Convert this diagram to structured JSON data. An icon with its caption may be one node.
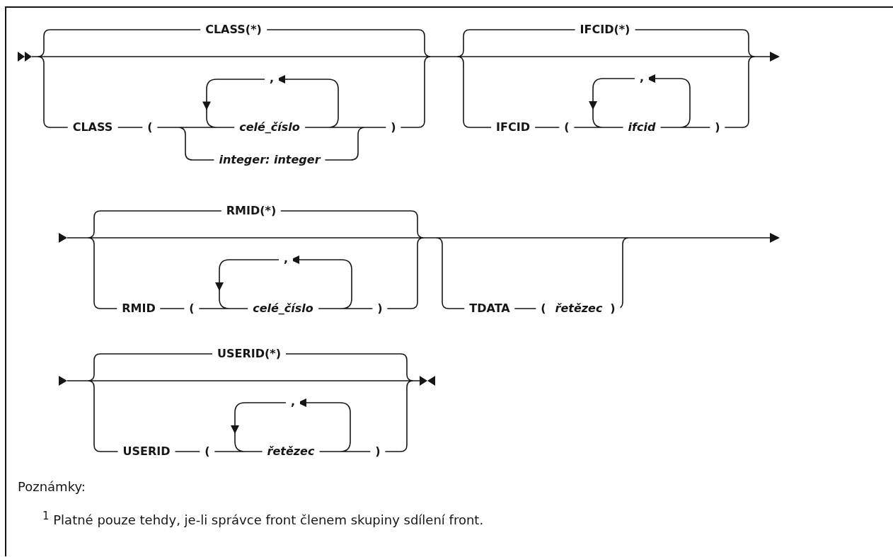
{
  "diagram": {
    "labels": [
      "CLASS(*)",
      "IFCID(*)",
      ",",
      ",",
      "CLASS",
      "(",
      "celé_číslo",
      ")",
      "IFCID",
      "(",
      "ifcid",
      ")",
      "integer: integer",
      "RMID(*)",
      ",",
      "RMID",
      "(",
      "celé_číslo",
      ")",
      "TDATA",
      "(",
      "řetězec",
      ")",
      "USERID(*)",
      ",",
      "USERID",
      "(",
      "řetězec",
      ")",
      "Poznámky:",
      "$^{1}$ Platné pouze tehdy, je-li správce front členem skupiny sdílení front."
    ]
  }
}
